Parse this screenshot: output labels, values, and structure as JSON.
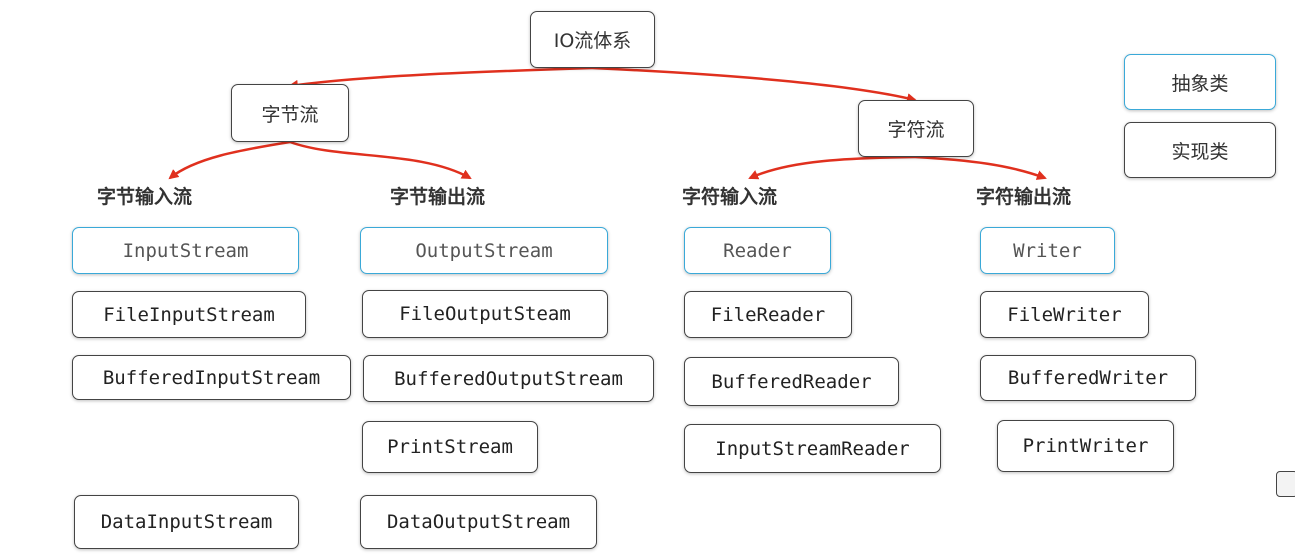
{
  "root": {
    "label": "IO流体系"
  },
  "branches": {
    "byte": {
      "label": "字节流"
    },
    "char": {
      "label": "字符流"
    }
  },
  "legend": {
    "abstract": "抽象类",
    "concrete": "实现类"
  },
  "columns": {
    "byte_input": {
      "heading": "字节输入流",
      "abstract": "InputStream",
      "classes": [
        "FileInputStream",
        "BufferedInputStream",
        "DataInputStream"
      ]
    },
    "byte_output": {
      "heading": "字节输出流",
      "abstract": "OutputStream",
      "classes": [
        "FileOutputSteam",
        "BufferedOutputStream",
        "PrintStream",
        "DataOutputStream"
      ]
    },
    "char_input": {
      "heading": "字符输入流",
      "abstract": "Reader",
      "classes": [
        "FileReader",
        "BufferedReader",
        "InputStreamReader"
      ]
    },
    "char_output": {
      "heading": "字符输出流",
      "abstract": "Writer",
      "classes": [
        "FileWriter",
        "BufferedWriter",
        "PrintWriter"
      ]
    }
  },
  "colors": {
    "arrow": "#e0301e",
    "abstract_border": "#3aa9d8",
    "box_border": "#444444"
  },
  "icons": {
    "corner": "app-corner-icon"
  }
}
